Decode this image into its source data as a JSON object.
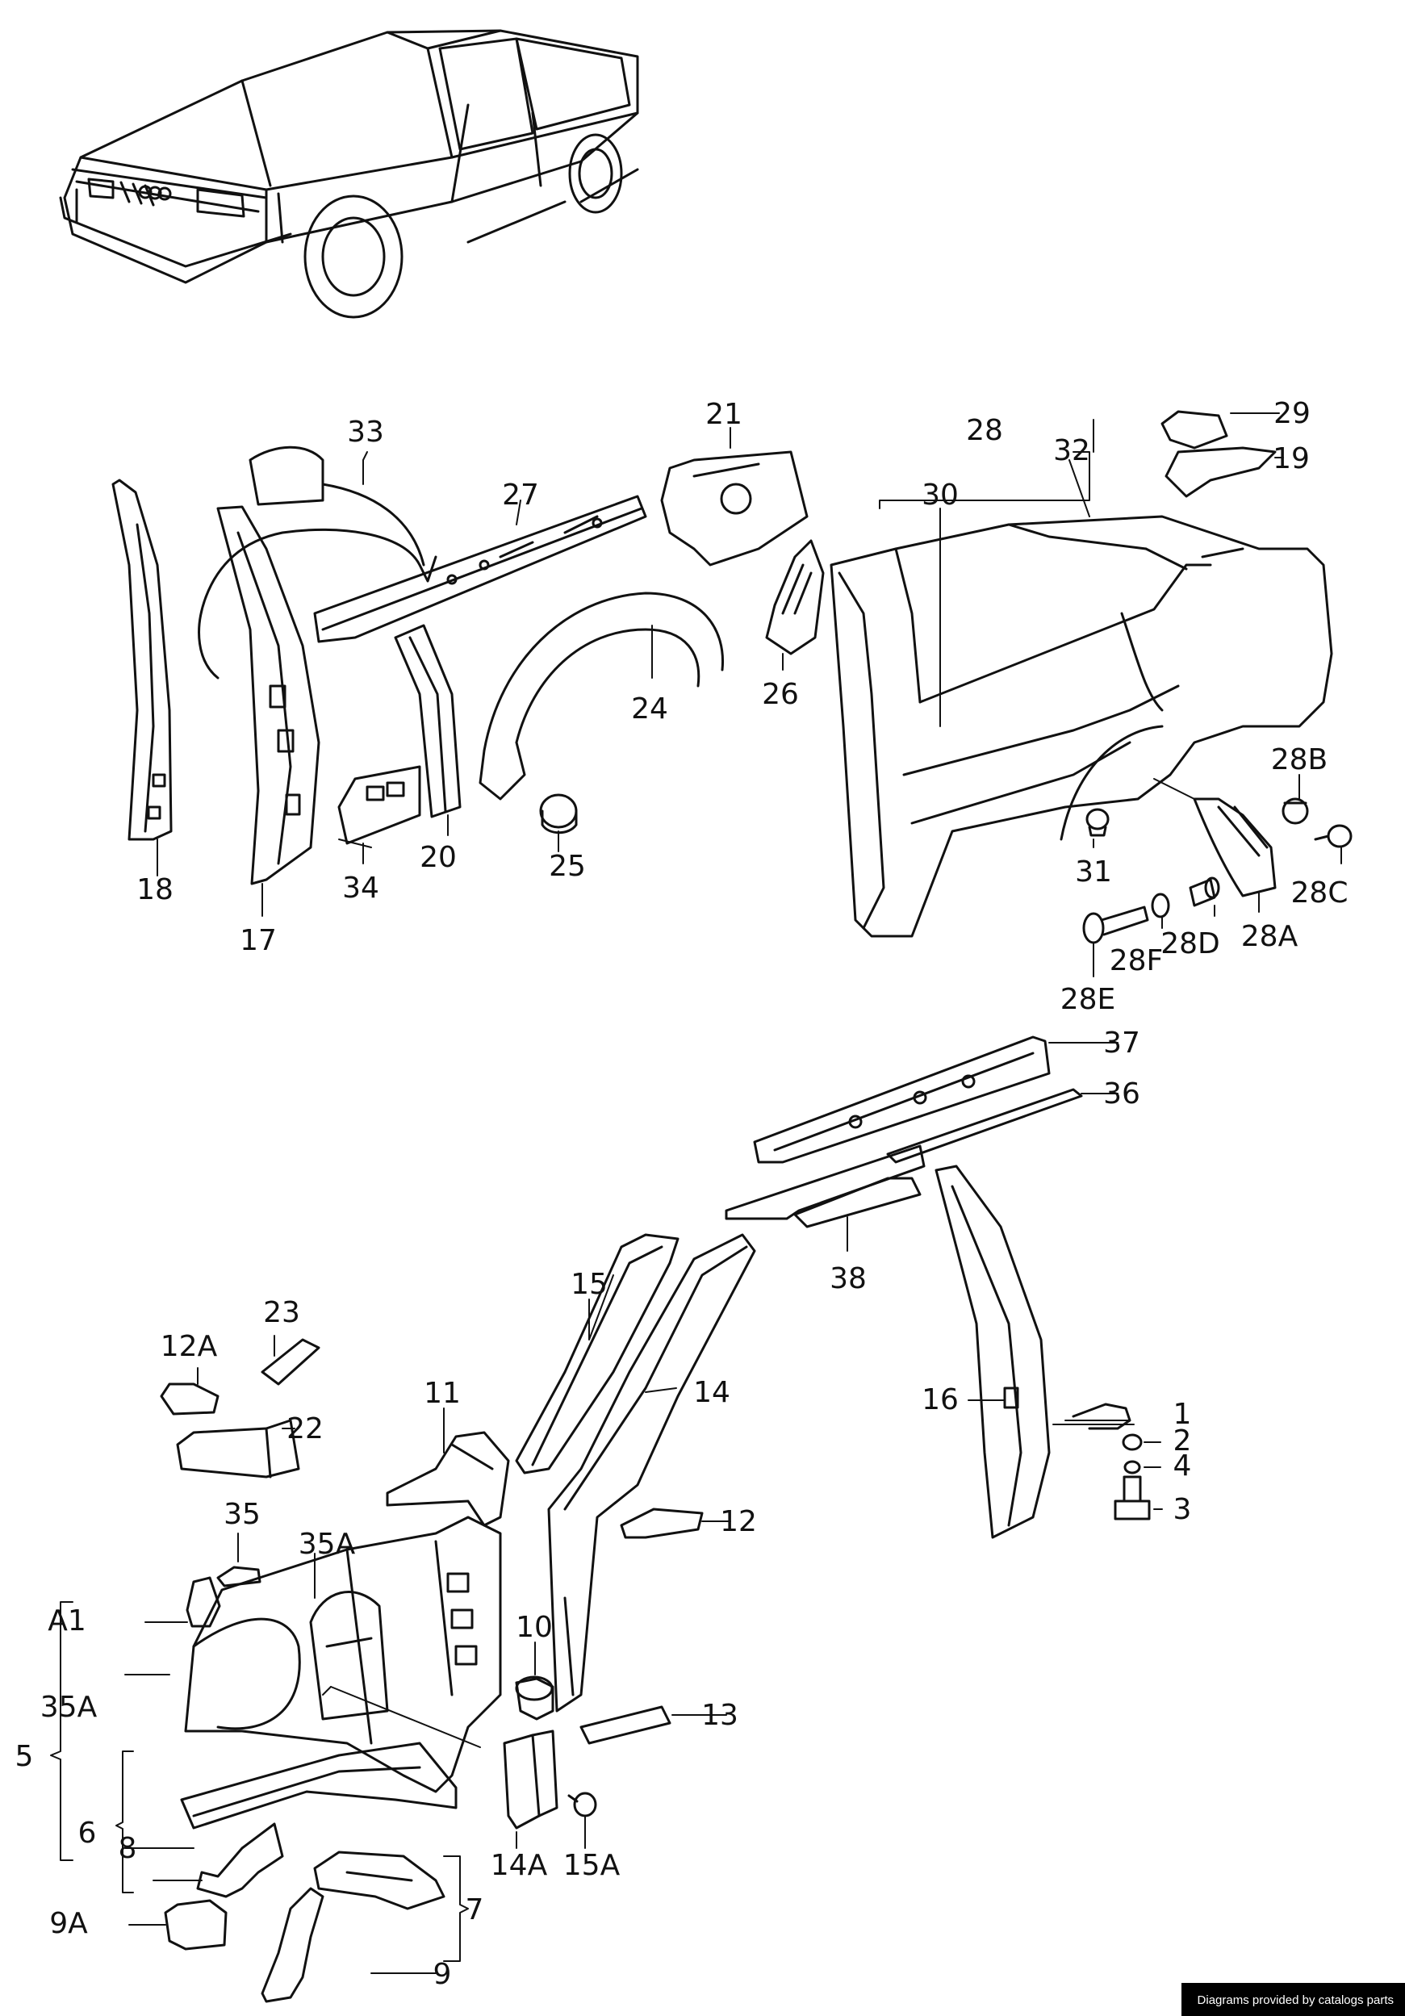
{
  "diagram": {
    "callouts": [
      {
        "id": "c1",
        "text": "1"
      },
      {
        "id": "c2",
        "text": "2"
      },
      {
        "id": "c3",
        "text": "3"
      },
      {
        "id": "c4",
        "text": "4"
      },
      {
        "id": "c5",
        "text": "5"
      },
      {
        "id": "c6",
        "text": "6"
      },
      {
        "id": "c7",
        "text": "7"
      },
      {
        "id": "c8",
        "text": "8"
      },
      {
        "id": "c9",
        "text": "9"
      },
      {
        "id": "c9a",
        "text": "9A"
      },
      {
        "id": "c10",
        "text": "10"
      },
      {
        "id": "c11",
        "text": "11"
      },
      {
        "id": "c12",
        "text": "12"
      },
      {
        "id": "c12a",
        "text": "12A"
      },
      {
        "id": "c13",
        "text": "13"
      },
      {
        "id": "c14",
        "text": "14"
      },
      {
        "id": "c14a",
        "text": "14A"
      },
      {
        "id": "c15",
        "text": "15"
      },
      {
        "id": "c15a",
        "text": "15A"
      },
      {
        "id": "c16",
        "text": "16"
      },
      {
        "id": "c17",
        "text": "17"
      },
      {
        "id": "c18",
        "text": "18"
      },
      {
        "id": "c19",
        "text": "19"
      },
      {
        "id": "c20",
        "text": "20"
      },
      {
        "id": "c21",
        "text": "21"
      },
      {
        "id": "c22",
        "text": "22"
      },
      {
        "id": "c23",
        "text": "23"
      },
      {
        "id": "c24",
        "text": "24"
      },
      {
        "id": "c25",
        "text": "25"
      },
      {
        "id": "c26",
        "text": "26"
      },
      {
        "id": "c27",
        "text": "27"
      },
      {
        "id": "c28",
        "text": "28"
      },
      {
        "id": "c28a",
        "text": "28A"
      },
      {
        "id": "c28b",
        "text": "28B"
      },
      {
        "id": "c28c",
        "text": "28C"
      },
      {
        "id": "c28d",
        "text": "28D"
      },
      {
        "id": "c28e",
        "text": "28E"
      },
      {
        "id": "c28f",
        "text": "28F"
      },
      {
        "id": "c29",
        "text": "29"
      },
      {
        "id": "c30",
        "text": "30"
      },
      {
        "id": "c31",
        "text": "31"
      },
      {
        "id": "c32",
        "text": "32"
      },
      {
        "id": "c33",
        "text": "33"
      },
      {
        "id": "c34",
        "text": "34"
      },
      {
        "id": "c35",
        "text": "35"
      },
      {
        "id": "c35a_top",
        "text": "35A"
      },
      {
        "id": "c35a_side",
        "text": "35A"
      },
      {
        "id": "c36",
        "text": "36"
      },
      {
        "id": "c37",
        "text": "37"
      },
      {
        "id": "c38",
        "text": "38"
      },
      {
        "id": "ca1",
        "text": "A1"
      }
    ]
  },
  "footer": {
    "credit": "Diagrams provided by catalogs parts"
  },
  "colors": {
    "ink": "#111111",
    "background": "#ffffff",
    "credit_bg": "#000000",
    "credit_text": "#ffffff"
  }
}
